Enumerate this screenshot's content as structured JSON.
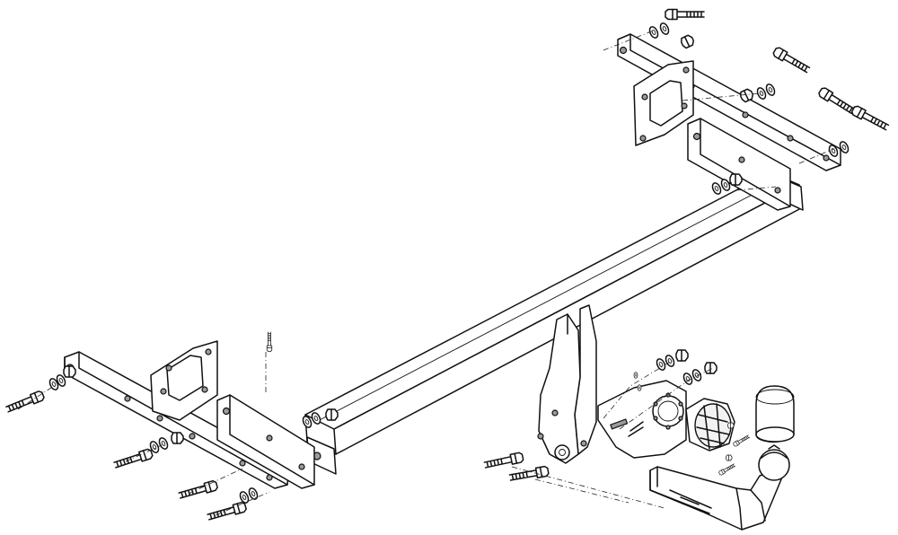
{
  "figure": {
    "kind": "exploded-assembly-drawing",
    "subject": "towbar",
    "colors": {
      "line": "#111111",
      "background": "#ffffff",
      "shade": "#f2f2f2",
      "dark": "#9a9a9a"
    }
  },
  "parts": [
    {
      "id": "cross-beam"
    },
    {
      "id": "left-side-arm"
    },
    {
      "id": "right-side-arm"
    },
    {
      "id": "left-mount-plate"
    },
    {
      "id": "right-mount-plate"
    },
    {
      "id": "left-inner-strap"
    },
    {
      "id": "right-inner-strap"
    },
    {
      "id": "tow-bracket-plates"
    },
    {
      "id": "socket-plate"
    },
    {
      "id": "electrical-socket"
    },
    {
      "id": "tow-ball-neck"
    },
    {
      "id": "ball-cover-cap"
    },
    {
      "id": "hardware-bolts"
    },
    {
      "id": "hardware-washers"
    },
    {
      "id": "hardware-nuts"
    }
  ]
}
